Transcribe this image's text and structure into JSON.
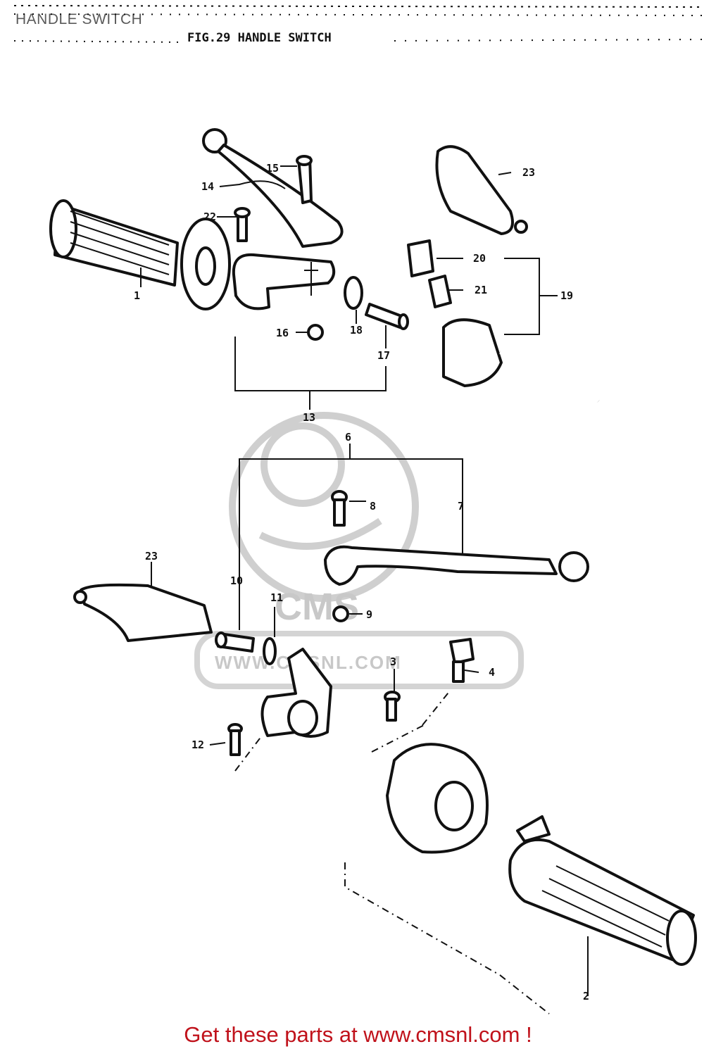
{
  "header": {
    "page_title": "HANDLE SWITCH",
    "figure_title": "FIG.29  HANDLE SWITCH"
  },
  "diagram": {
    "callouts": [
      "1",
      "2",
      "3",
      "4",
      "6",
      "7",
      "8",
      "9",
      "10",
      "11",
      "12",
      "13",
      "14",
      "15",
      "16",
      "17",
      "18",
      "19",
      "20",
      "21",
      "22",
      "23",
      "23"
    ]
  },
  "watermark": {
    "logo_text": "CMS",
    "url": "WWW.CMSNL.COM"
  },
  "footer": {
    "text": "Get these parts at www.cmsnl.com !"
  }
}
